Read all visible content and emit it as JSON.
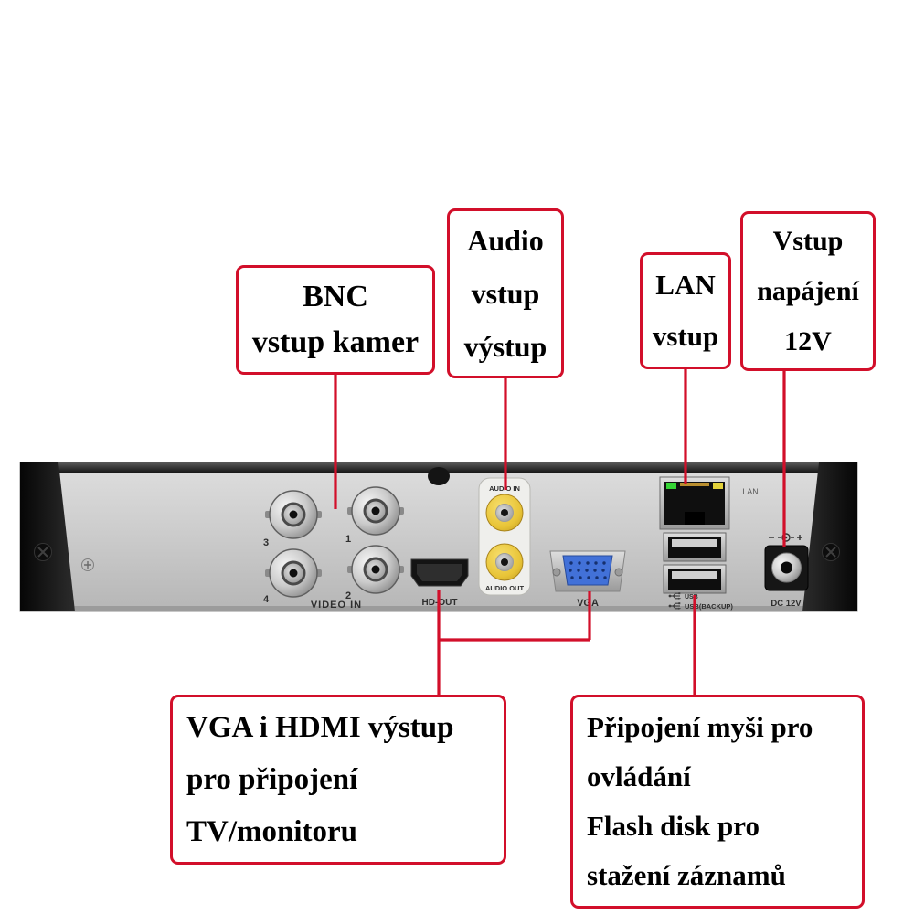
{
  "callouts": {
    "bnc": {
      "lines": [
        "BNC",
        "vstup kamer"
      ]
    },
    "audio": {
      "lines": [
        "Audio",
        "vstup",
        "výstup"
      ]
    },
    "lan": {
      "lines": [
        "LAN",
        "vstup"
      ]
    },
    "power": {
      "lines": [
        "Vstup",
        "napájení",
        "12V"
      ]
    },
    "vga_hdmi": {
      "lines": [
        "VGA i HDMI výstup",
        "pro připojení",
        "TV/monitoru"
      ]
    },
    "usb": {
      "lines": [
        "Připojení myši pro",
        "ovládání",
        "Flash disk pro",
        "stažení záznamů"
      ]
    }
  },
  "panel": {
    "video_in": "VIDEO IN",
    "hd_out": "HD-OUT",
    "audio_in": "AUDIO IN",
    "audio_out": "AUDIO OUT",
    "vga": "VGA",
    "lan": "LAN",
    "usb_small": "USB",
    "usb_backup": "USB(BACKUP)",
    "dc": "DC 12V",
    "bnc_numbers": [
      "1",
      "2",
      "3",
      "4"
    ]
  },
  "colors": {
    "callout_red": "#d20f2a",
    "panel_face": "#cdcdcd",
    "rca_yellow": "#e8c437",
    "vga_blue": "#4271d8"
  }
}
